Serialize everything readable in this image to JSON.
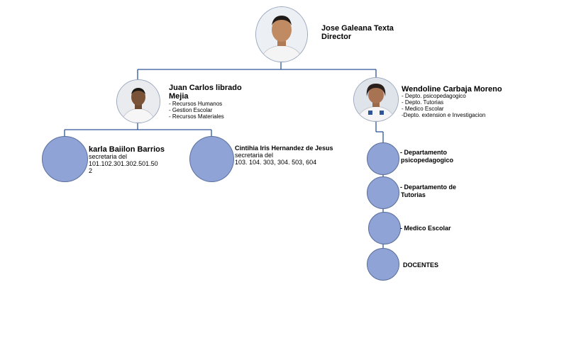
{
  "director": {
    "name": "Jose Galeana Texta",
    "role": "Director"
  },
  "left_head": {
    "name_line1": "Juan Carlos librado",
    "name_line2": "Mejia",
    "duties": [
      "- Recursos Humanos",
      "- Gestion Escolar",
      "- Recursos Materiales"
    ]
  },
  "right_head": {
    "name": "Wendoline Carbaja Moreno",
    "duties": [
      "- Depto. psicopedagogico",
      "- Depto. Tutorias",
      "- Medico Escolar",
      "-Depto. extension  e Investigacion"
    ]
  },
  "secretary_1": {
    "name": "karla Baiilon Barrios",
    "role": "secretaria del",
    "groups_line1": "101.102.301.302.501.50",
    "groups_line2": "2"
  },
  "secretary_2": {
    "name": "Cintihia Iris Hernandez de Jesus",
    "role": "secretaria del",
    "groups": "103. 104. 303, 304. 503, 604"
  },
  "departments": [
    {
      "line1": "- Departamento",
      "line2": "psicopedagogico"
    },
    {
      "line1": "- Departamento  de",
      "line2": "Tutorias"
    },
    {
      "line1": "- Medico Escolar",
      "line2": ""
    },
    {
      "line1": "DOCENTES",
      "line2": ""
    }
  ],
  "colors": {
    "connector": "#2e5597",
    "bubble_fill": "#8fa3d6",
    "bubble_border": "#5b6f9e"
  }
}
